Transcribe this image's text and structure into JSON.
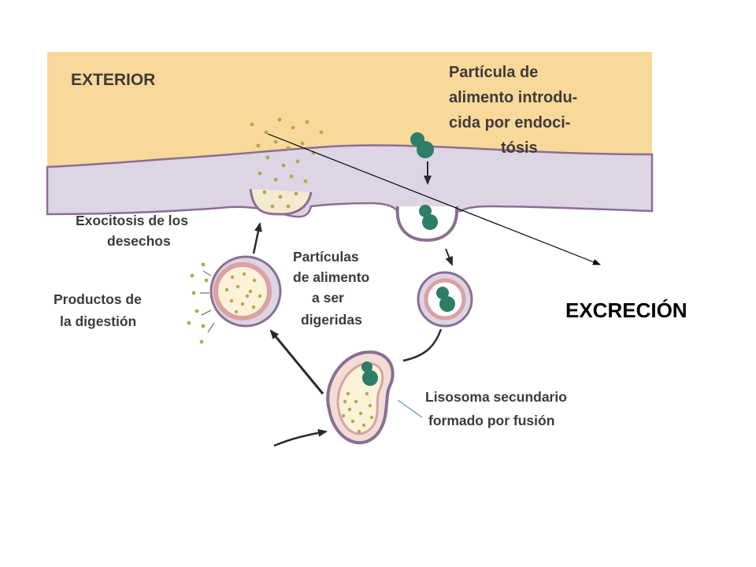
{
  "labels": {
    "exterior": "EXTERIOR",
    "particle_line1": "Partícula de",
    "particle_line2": "alimento introdu-",
    "particle_line3": "cida por endoci-",
    "particle_line4": "tósis",
    "exocytosis_line1": "Exocitosis de los",
    "exocytosis_line2": "desechos",
    "food_line1": "Partículas",
    "food_line2": "de alimento",
    "food_line3": "a ser",
    "food_line4": "digeridas",
    "products_line1": "Productos de",
    "products_line2": "la digestión",
    "lysosome_line1": "Lisosoma secundario",
    "lysosome_line2": "formado por fusión",
    "excretion": "EXCRECIÓN"
  },
  "colors": {
    "exterior": "#f9d99a",
    "membrane": "#ddd4e4",
    "membrane_edge": "#8a6f92",
    "vesicle_ring": "#d9a2a2",
    "particle": "#2e7d66",
    "granule": "#b4a84c",
    "text": "#3e3a39"
  }
}
